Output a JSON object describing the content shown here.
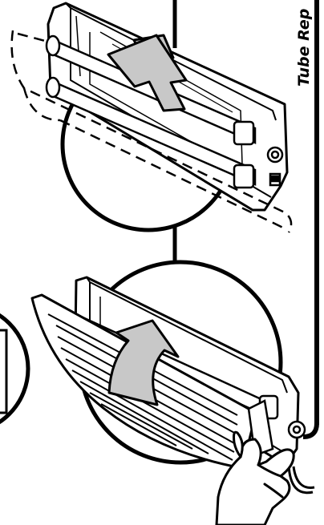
{
  "title": "Tube Rep",
  "colors": {
    "line": "#000000",
    "arrow_fill": "#c8c8c8",
    "background": "#ffffff",
    "hand_fill": "#ffffff"
  },
  "icons": {
    "upper_arrow": "lift-up-arrow",
    "lower_arrow": "curved-up-arrow",
    "hand": "hand-icon"
  }
}
